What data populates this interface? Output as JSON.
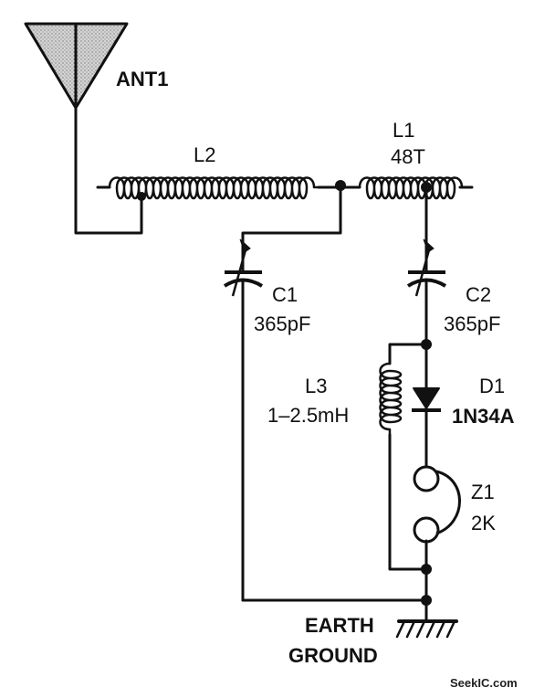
{
  "components": {
    "antenna": {
      "ref": "ANT1"
    },
    "l2": {
      "ref": "L2"
    },
    "l1": {
      "ref": "L1",
      "value": "48T"
    },
    "c1": {
      "ref": "C1",
      "value": "365pF"
    },
    "c2": {
      "ref": "C2",
      "value": "365pF"
    },
    "l3": {
      "ref": "L3",
      "value": "1–2.5mH"
    },
    "d1": {
      "ref": "D1",
      "value": "1N34A"
    },
    "z1": {
      "ref": "Z1",
      "value": "2K"
    },
    "ground": {
      "line1": "EARTH",
      "line2": "GROUND"
    }
  },
  "watermark": "SeekIC.com"
}
